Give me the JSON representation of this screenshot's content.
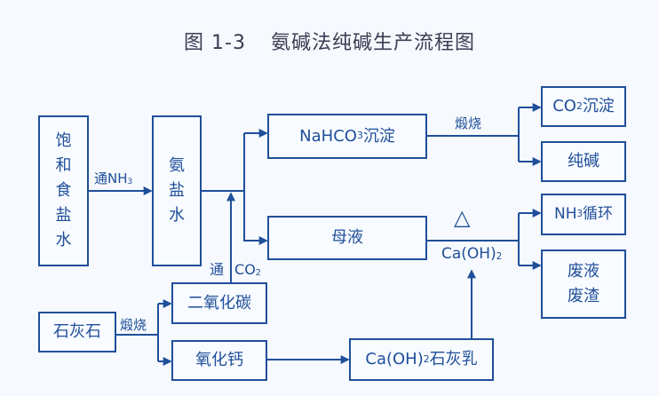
{
  "title": {
    "figure_number": "图 1-3",
    "text": "氨碱法纯碱生产流程图"
  },
  "nodes": {
    "brine": {
      "chars": [
        "饱",
        "和",
        "食",
        "盐",
        "水"
      ]
    },
    "ammonia_brine": {
      "chars": [
        "氨",
        "盐",
        "水"
      ]
    },
    "nahco3": {
      "formula": "NaHCO",
      "sub": "3",
      "suffix": "沉淀"
    },
    "mother_liquor": {
      "text": "母液"
    },
    "co2_precip": {
      "formula": "CO",
      "sub": "2",
      "suffix": "沉淀"
    },
    "soda_ash": {
      "text": "纯碱"
    },
    "nh3_cycle": {
      "formula": "NH",
      "sub": "3",
      "suffix": "循环"
    },
    "waste": {
      "line1": "废液",
      "line2": "废渣"
    },
    "limestone": {
      "text": "石灰石"
    },
    "carbon_dioxide": {
      "text": "二氧化碳"
    },
    "calcium_oxide": {
      "text": "氧化钙"
    },
    "lime_milk": {
      "formula": "Ca(OH)",
      "sub": "2",
      "suffix": "石灰乳"
    }
  },
  "edge_labels": {
    "nh3": {
      "prefix": "通NH",
      "sub": "3"
    },
    "co2": {
      "prefix": "通",
      "formula": "CO",
      "sub": "2"
    },
    "calcine_top": "煅烧",
    "calcine_bottom": "煅烧",
    "heat_symbol": "△",
    "caoh2": {
      "formula": "Ca(OH)",
      "sub": "2"
    }
  },
  "colors": {
    "line": "#1f4f9a",
    "text": "#1f4f9a",
    "title": "#3a3d52",
    "background": "#f6f9fd"
  }
}
